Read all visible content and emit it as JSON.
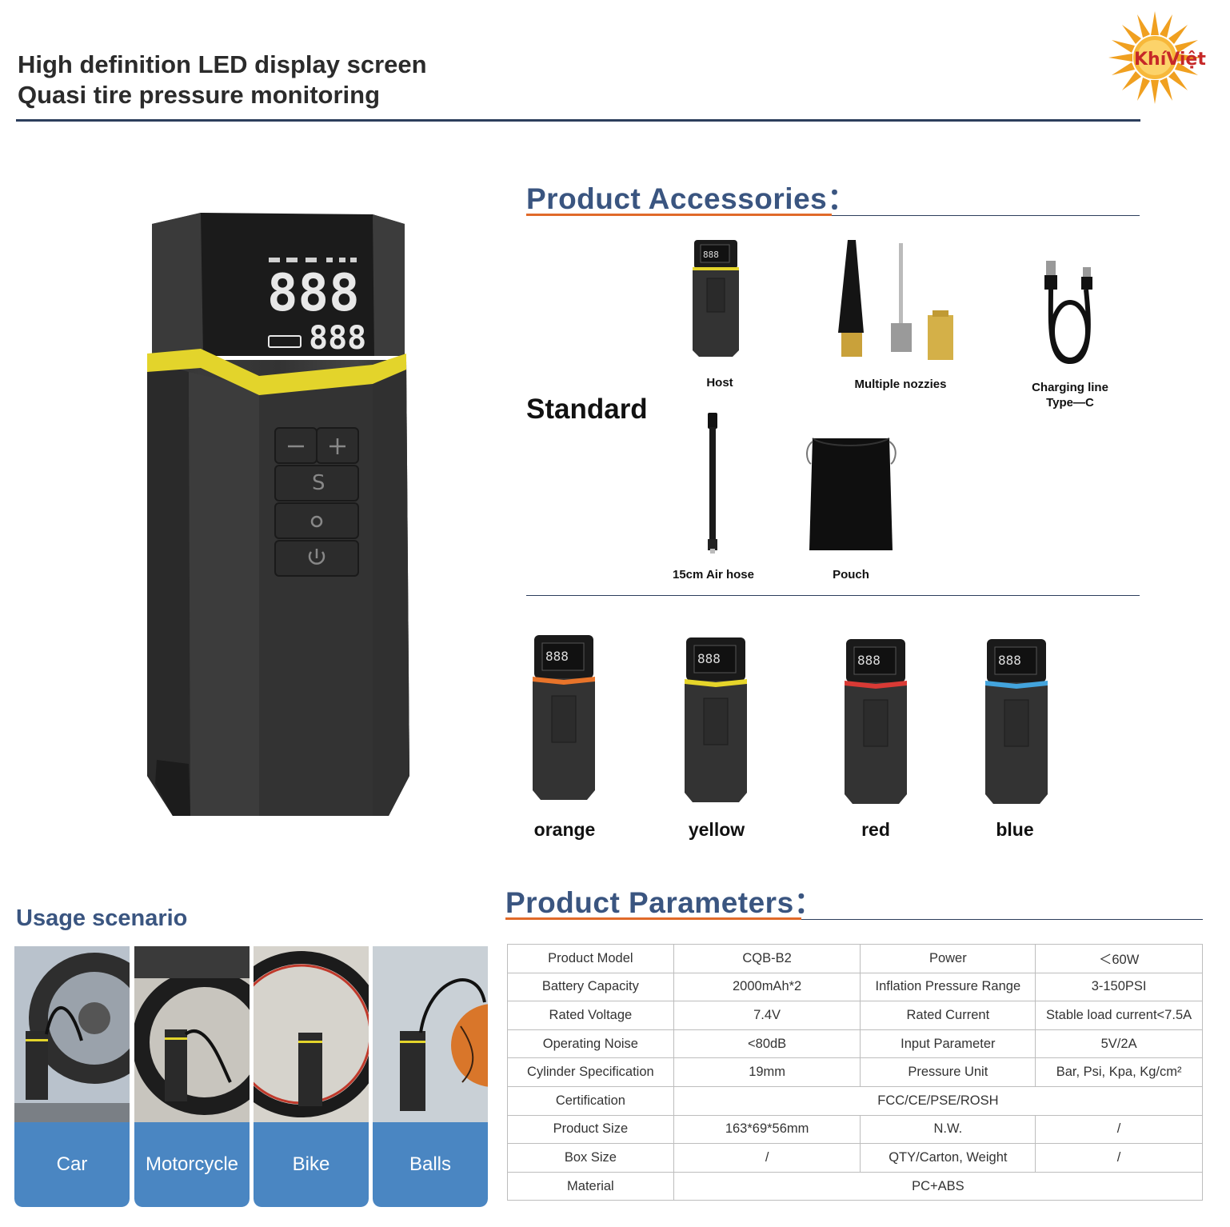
{
  "header": {
    "title_line1": "High definition LED display screen",
    "title_line2": "Quasi tire pressure monitoring"
  },
  "logo": {
    "text": "KhíViệt",
    "icon": "sun-logo-icon"
  },
  "accessories": {
    "heading": "Product Accessories：",
    "group_label": "Standard",
    "items": [
      {
        "label": "Host"
      },
      {
        "label": "Multiple nozzies"
      },
      {
        "label_line1": "Charging line",
        "label_line2": "Type—C"
      },
      {
        "label": "15cm Air hose"
      },
      {
        "label": "Pouch"
      }
    ]
  },
  "colors": [
    {
      "label": "orange",
      "accent": "#e8742a"
    },
    {
      "label": "yellow",
      "accent": "#e6d52a"
    },
    {
      "label": "red",
      "accent": "#d93a35"
    },
    {
      "label": "blue",
      "accent": "#43a4dd"
    }
  ],
  "usage": {
    "heading": "Usage scenario",
    "scenarios": [
      {
        "label": "Car"
      },
      {
        "label": "Motorcycle"
      },
      {
        "label": "Bike"
      },
      {
        "label": "Balls"
      }
    ]
  },
  "parameters": {
    "heading": "Product Parameters：",
    "rows": [
      {
        "k1": "Product Model",
        "v1": "CQB-B2",
        "k2": "Power",
        "v2": "＜60W"
      },
      {
        "k1": "Battery Capacity",
        "v1": "2000mAh*2",
        "k2": "Inflation Pressure Range",
        "v2": "3-150PSI"
      },
      {
        "k1": "Rated Voltage",
        "v1": "7.4V",
        "k2": "Rated Current",
        "v2": "Stable load current<7.5A"
      },
      {
        "k1": "Operating Noise",
        "v1": "<80dB",
        "k2": "Input Parameter",
        "v2": "5V/2A"
      },
      {
        "k1": "Cylinder Specification",
        "v1": "19mm",
        "k2": "Pressure Unit",
        "v2": "Bar, Psi, Kpa, Kg/cm²"
      },
      {
        "k1": "Certification",
        "span": "FCC/CE/PSE/ROSH"
      },
      {
        "k1": "Product Size",
        "v1": "163*69*56mm",
        "k2": "N.W.",
        "v2": "/"
      },
      {
        "k1": "Box Size",
        "v1": "/",
        "k2": "QTY/Carton, Weight",
        "v2": "/"
      },
      {
        "k1": "Material",
        "span": "PC+ABS"
      }
    ]
  },
  "theme": {
    "navy": "#3a5580",
    "rule": "#2c3e5c",
    "orange_rule": "#e06a2a",
    "card_blue": "#4a86c2",
    "yellow_band": "#e3d42b"
  }
}
